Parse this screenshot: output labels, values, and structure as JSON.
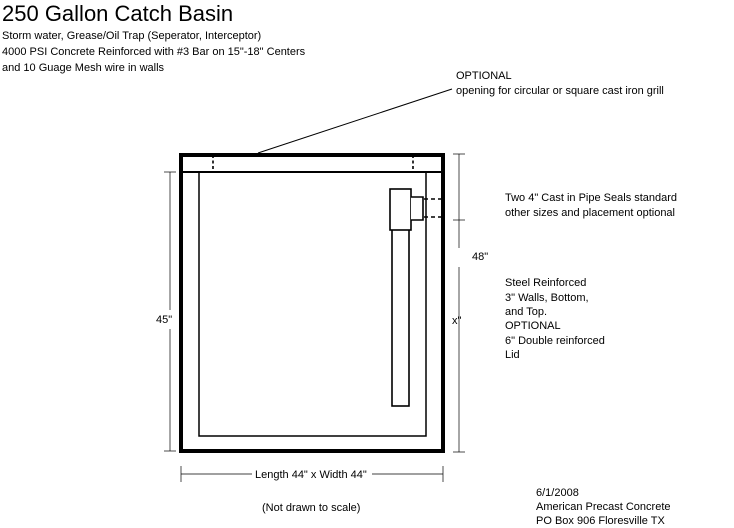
{
  "title": "250 Gallon Catch Basin",
  "subtitle_lines": [
    "Storm water,  Grease/Oil  Trap (Seperator, Interceptor)",
    "4000 PSI Concrete Reinforced with #3 Bar on 15\"-18\" Centers",
    "and 10  Guage Mesh wire in walls"
  ],
  "optional_note": {
    "line1": "OPTIONAL",
    "line2": "opening for circular or square cast iron grill"
  },
  "pipe_seals_note": {
    "line1": "Two 4\" Cast in Pipe Seals standard",
    "line2": "other sizes and placement optional"
  },
  "dimensions": {
    "height_outer": "48\"",
    "height_inner": "45\"",
    "pipe_height": "x\"",
    "base": "Length 44\" x Width 44\""
  },
  "reinforcement_note": [
    "Steel Reinforced",
    "3\" Walls, Bottom,",
    "and Top.",
    "OPTIONAL",
    "6\" Double reinforced",
    "Lid"
  ],
  "scale_note": "(Not drawn to scale)",
  "footer": {
    "date": "6/1/2008",
    "company": "American Precast Concrete",
    "address": "PO Box 906 Floresville TX"
  }
}
